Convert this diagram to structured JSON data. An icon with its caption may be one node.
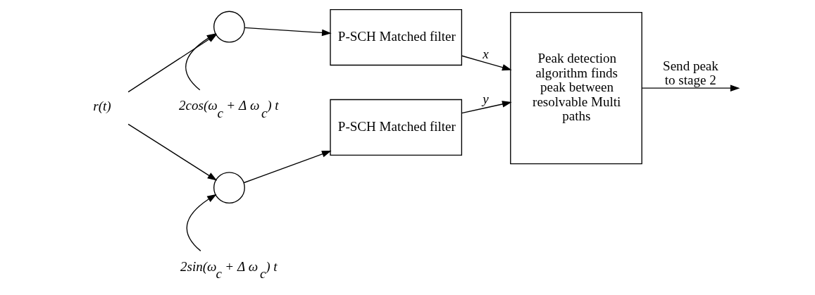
{
  "diagram": {
    "nodes": [
      {
        "text": [
          "r(t)"
        ]
      },
      {
        "text": [],
        "shape": "circle"
      },
      {
        "text": [
          "2cos(ω$_{c}$ + Δ ω$_{c}$) t"
        ]
      },
      {
        "text": [],
        "shape": "circle"
      },
      {
        "text": [
          "2sin(ω$_{c}$ + Δ ω$_{c}$) t"
        ]
      },
      {
        "text": [
          "P-SCH Matched filter"
        ]
      },
      {
        "text": [
          "P-SCH Matched filter"
        ]
      },
      {
        "text": [
          "Peak detection algorithm finds peak between resolvable Multi paths"
        ]
      }
    ],
    "edges": [
      {
        "from": 0,
        "to": 1,
        "arrow": "to"
      },
      {
        "from": 0,
        "to": 3,
        "arrow": "to"
      },
      {
        "from": 2,
        "to": 1,
        "arrow": "to"
      },
      {
        "from": 4,
        "to": 3,
        "arrow": "to"
      },
      {
        "from": 1,
        "to": 5,
        "arrow": "to"
      },
      {
        "from": 3,
        "to": 6,
        "arrow": "to"
      },
      {
        "from": 5,
        "to": 7,
        "arrow": "to",
        "label": "x"
      },
      {
        "from": 6,
        "to": 7,
        "arrow": "to",
        "label": "y"
      },
      {
        "from": 7,
        "to": null,
        "arrow": "to",
        "label": "Send peak to stage 2"
      }
    ]
  }
}
